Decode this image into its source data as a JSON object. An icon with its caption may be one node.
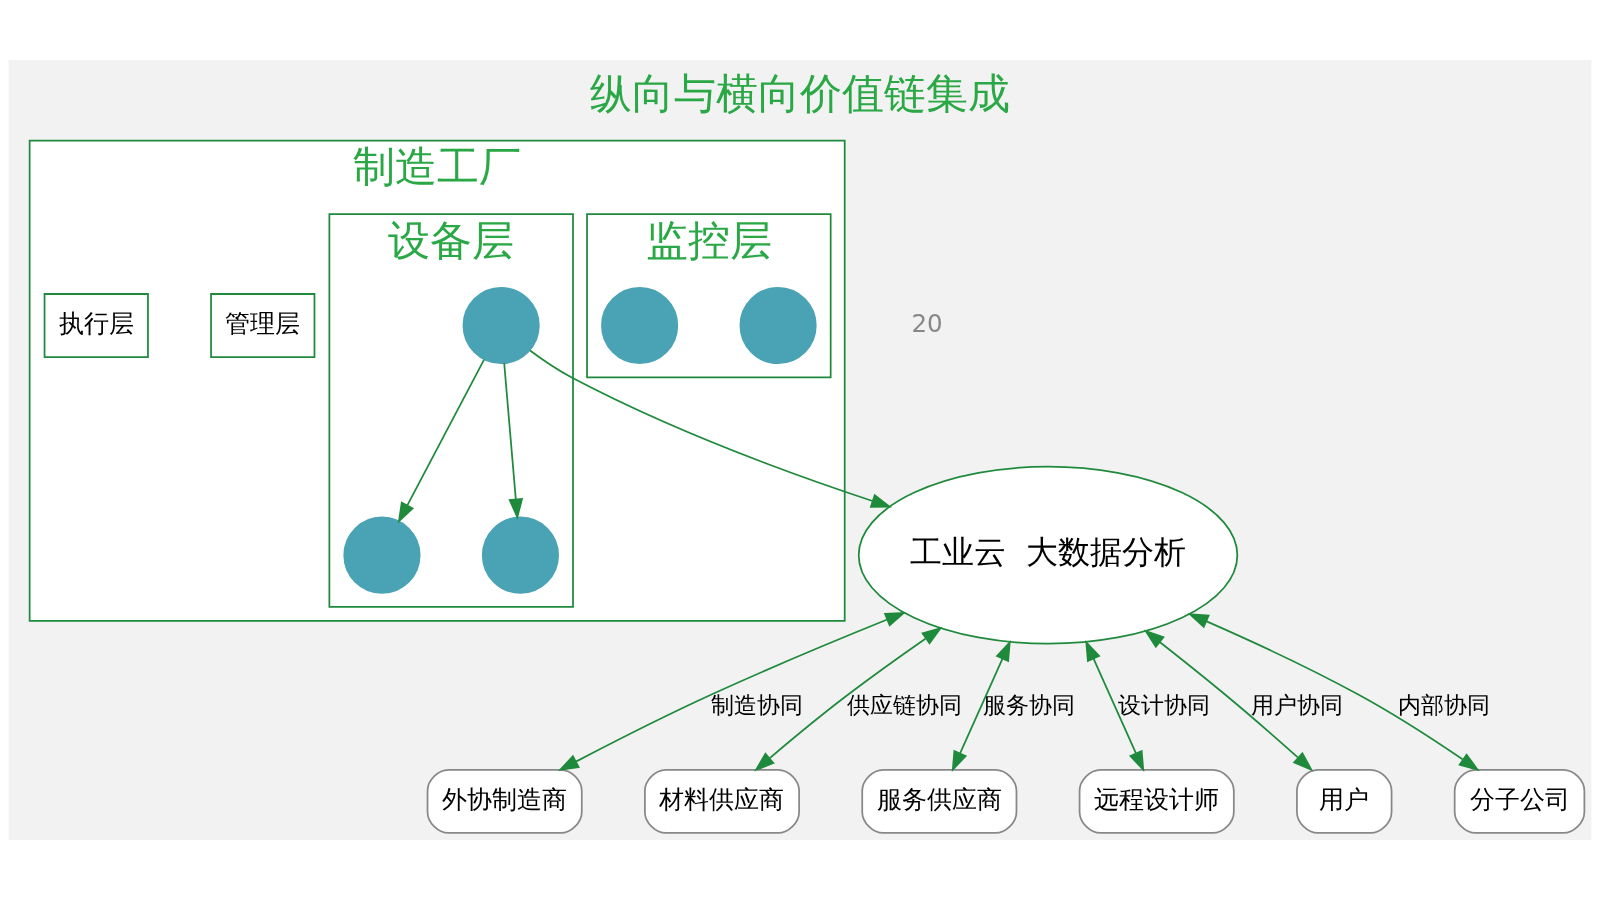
{
  "diagram": {
    "title": "纵向与横向价值链集成",
    "nodes": [
      {
        "text": [
          "工业云  大数据分析"
        ]
      },
      {
        "text": [
          "外协制造商"
        ]
      },
      {
        "text": [
          "材料供应商"
        ]
      },
      {
        "text": [
          "服务供应商"
        ]
      },
      {
        "text": [
          "远程设计师"
        ]
      },
      {
        "text": [
          "用户"
        ]
      },
      {
        "text": [
          "分子公司"
        ]
      },
      {
        "text": [
          "制造工厂"
        ]
      },
      {
        "text": [
          "管理层"
        ],
        "in": 7
      },
      {
        "text": [
          "执行层"
        ],
        "in": 7
      },
      {
        "text": [
          "监控层"
        ],
        "in": 7
      },
      {
        "text": [],
        "shape": "circle",
        "in": 10
      },
      {
        "text": [],
        "shape": "circle",
        "in": 10
      },
      {
        "text": [
          "设备层"
        ],
        "in": 7
      },
      {
        "text": [],
        "shape": "circle",
        "in": 13
      },
      {
        "text": [],
        "shape": "circle",
        "in": 13
      },
      {
        "text": [],
        "shape": "circle",
        "in": 13
      }
    ],
    "edges": [
      {
        "from": 0,
        "to": 1,
        "arrow": "both",
        "label": "制造协同"
      },
      {
        "from": 0,
        "to": 2,
        "arrow": "both",
        "label": "供应链协同"
      },
      {
        "from": 0,
        "to": 3,
        "arrow": "both",
        "label": "服务协同"
      },
      {
        "from": 0,
        "to": 4,
        "arrow": "both",
        "label": "设计协同"
      },
      {
        "from": 0,
        "to": 5,
        "arrow": "both",
        "label": "用户协同"
      },
      {
        "from": 0,
        "to": 6,
        "arrow": "both",
        "label": "内部协同"
      },
      {
        "from": 15,
        "to": 0,
        "arrow": "to"
      },
      {
        "from": 15,
        "to": 14,
        "arrow": "to"
      },
      {
        "from": 15,
        "to": 16,
        "arrow": "to"
      }
    ],
    "labels": [
      "20"
    ]
  }
}
